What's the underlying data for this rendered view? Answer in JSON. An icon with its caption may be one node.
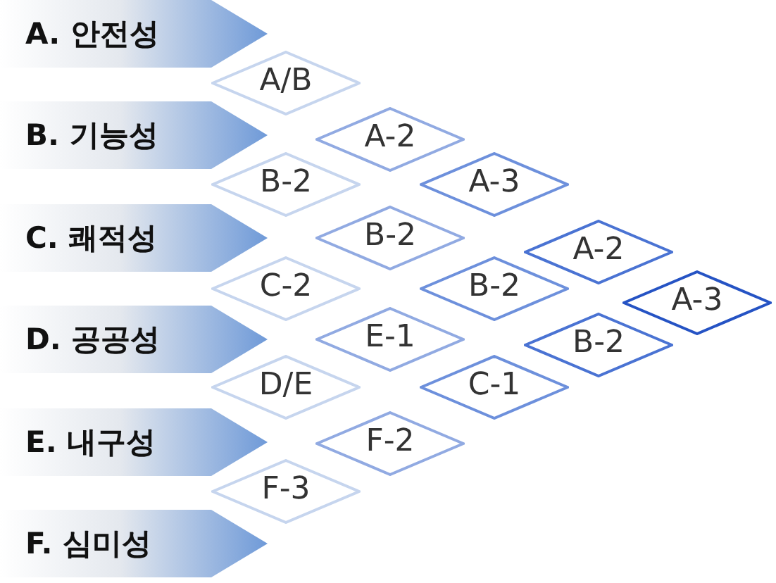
{
  "diagram": {
    "nodes": [
      {
        "text": [
          "A. 안전성"
        ]
      },
      {
        "text": [
          "B. 기능성"
        ]
      },
      {
        "text": [
          "C. 쾌적성"
        ]
      },
      {
        "text": [
          "D. 공공성"
        ]
      },
      {
        "text": [
          "E. 내구성"
        ]
      },
      {
        "text": [
          "F. 심미성"
        ]
      },
      {
        "text": [
          "A/B"
        ]
      },
      {
        "text": [
          "B-2"
        ]
      },
      {
        "text": [
          "C-2"
        ]
      },
      {
        "text": [
          "D/E"
        ]
      },
      {
        "text": [
          "F-3"
        ]
      },
      {
        "text": [
          "A-2"
        ]
      },
      {
        "text": [
          "B-2"
        ]
      },
      {
        "text": [
          "E-1"
        ]
      },
      {
        "text": [
          "F-2"
        ]
      },
      {
        "text": [
          "A-3"
        ]
      },
      {
        "text": [
          "B-2"
        ]
      },
      {
        "text": [
          "C-1"
        ]
      },
      {
        "text": [
          "A-2"
        ]
      },
      {
        "text": [
          "B-2"
        ]
      },
      {
        "text": [
          "A-3"
        ]
      }
    ]
  }
}
